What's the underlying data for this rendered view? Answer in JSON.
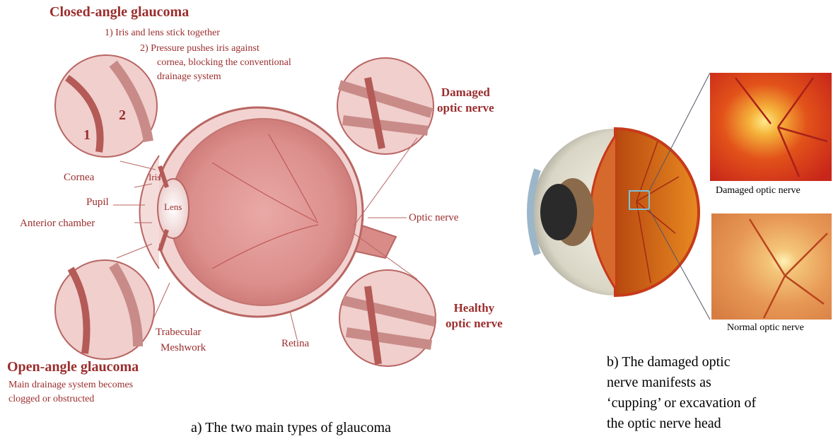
{
  "panel_a": {
    "closed_angle": {
      "title": "Closed-angle glaucoma",
      "step1": "1)   Iris and lens stick together",
      "step2_line1": "2) Pressure pushes iris against",
      "step2_line2": "cornea, blocking the conventional",
      "step2_line3": "drainage system"
    },
    "open_angle": {
      "title": "Open-angle glaucoma",
      "line1": "Main drainage system becomes",
      "line2": "clogged or obstructed"
    },
    "labels": {
      "cornea": "Cornea",
      "pupil": "Pupil",
      "anterior_chamber": "Anterior chamber",
      "iris": "Iris",
      "lens": "Lens",
      "trabecular_1": "Trabecular",
      "trabecular_2": "Meshwork",
      "retina": "Retina",
      "optic_nerve": "Optic nerve",
      "damaged_1": "Damaged",
      "damaged_2": "optic nerve",
      "healthy_1": "Healthy",
      "healthy_2": "optic nerve",
      "num1": "1",
      "num2": "2"
    },
    "caption": "a) The two main types of glaucoma"
  },
  "panel_b": {
    "damaged_label": "Damaged optic nerve",
    "normal_label": "Normal optic nerve",
    "caption_line1": "b) The damaged optic",
    "caption_line2": "nerve manifests as",
    "caption_line3": "‘cupping’ or excavation of",
    "caption_line4": "the optic nerve head"
  }
}
